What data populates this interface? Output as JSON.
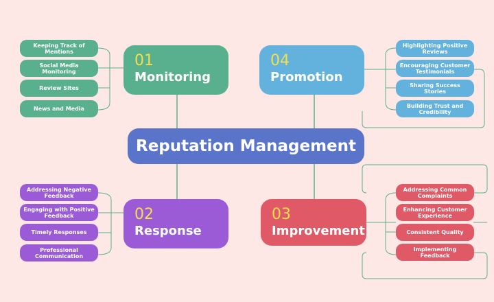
{
  "central": {
    "label": "Reputation Management"
  },
  "branches": {
    "monitoring": {
      "num": "01",
      "label": "Monitoring",
      "color": "#58b08e",
      "items": [
        "Keeping Track of Mentions",
        "Social Media Monitoring",
        "Review Sites",
        "News and Media"
      ]
    },
    "promotion": {
      "num": "04",
      "label": "Promotion",
      "color": "#62b2dd",
      "items": [
        "Highlighting Positive Reviews",
        "Encouraging Customer Testimonials",
        "Sharing Success Stories",
        "Building Trust and Credibility"
      ]
    },
    "response": {
      "num": "02",
      "label": "Response",
      "color": "#9b5ad6",
      "items": [
        "Addressing Negative Feedback",
        "Engaging with Positive Feedback",
        "Timely Responses",
        "Professional Communication"
      ]
    },
    "improvement": {
      "num": "03",
      "label": "Improvement",
      "color": "#e05967",
      "items": [
        "Addressing Common Complaints",
        "Enhancing Customer Experience",
        "Consistent Quality",
        "Implementing Feedback"
      ]
    }
  }
}
